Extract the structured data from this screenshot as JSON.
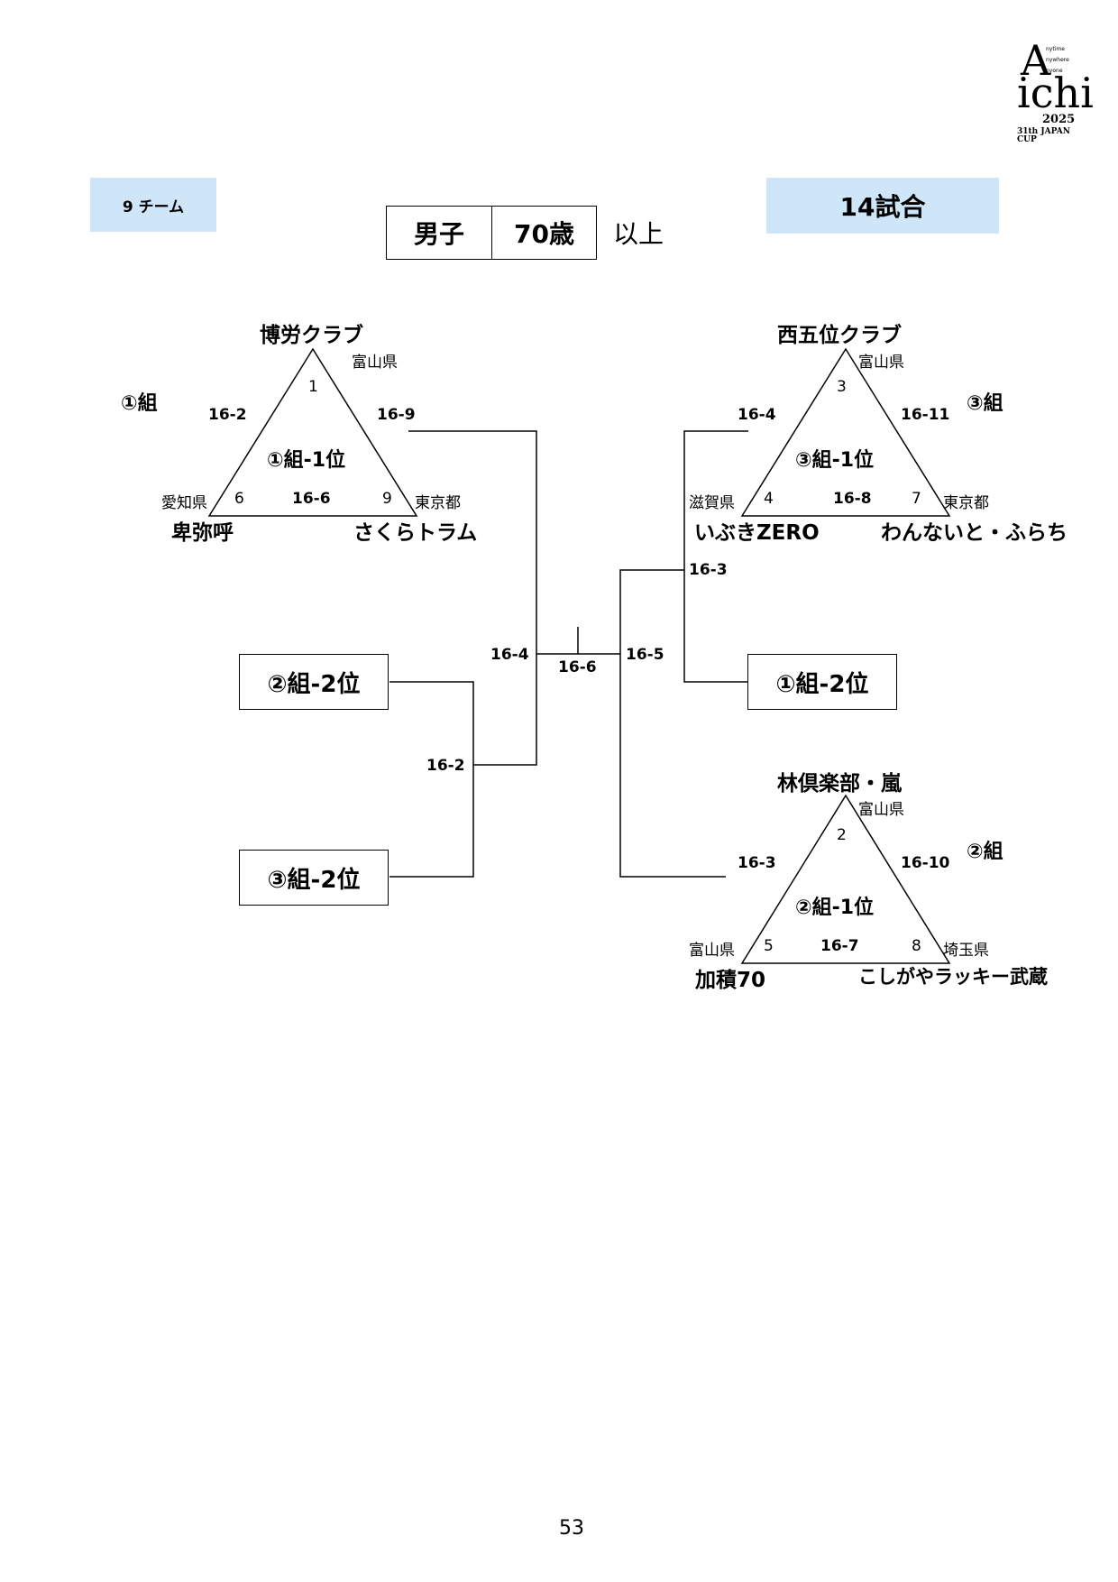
{
  "logo": {
    "letter_a": "A",
    "word_anytime": "nytime",
    "word_anywhere": "nywhere",
    "word_anyone": "nyone",
    "word_ichi": "ichi",
    "year": "2025",
    "cup": "31th JAPAN CUP"
  },
  "header": {
    "team_count": "9 チーム",
    "gender": "男子",
    "age": "70歳",
    "age_suffix": "以上",
    "match_count": "14試合"
  },
  "groups": {
    "g1": {
      "label": "①組",
      "center": "①組-1位",
      "top": {
        "team": "博労クラブ",
        "pref": "富山県",
        "seed": "1"
      },
      "left": {
        "team": "卑弥呼",
        "pref": "愛知県",
        "seed": "6"
      },
      "right": {
        "team": "さくらトラム",
        "pref": "東京都",
        "seed": "9"
      },
      "score_left": "16-2",
      "score_right": "16-9",
      "score_bottom": "16-6"
    },
    "g3": {
      "label": "③組",
      "center": "③組-1位",
      "top": {
        "team": "西五位クラブ",
        "pref": "富山県",
        "seed": "3"
      },
      "left": {
        "team": "いぶきZERO",
        "pref": "滋賀県",
        "seed": "4"
      },
      "right": {
        "team": "わんないと・ふらち",
        "pref": "東京都",
        "seed": "7"
      },
      "score_left": "16-4",
      "score_right": "16-11",
      "score_bottom": "16-8"
    },
    "g2": {
      "label": "②組",
      "center": "②組-1位",
      "top": {
        "team": "林倶楽部・嵐",
        "pref": "富山県",
        "seed": "2"
      },
      "left": {
        "team": "加積70",
        "pref": "富山県",
        "seed": "5"
      },
      "right": {
        "team": "こしがやラッキー武蔵",
        "pref": "埼玉県",
        "seed": "8"
      },
      "score_left": "16-3",
      "score_right": "16-10",
      "score_bottom": "16-7"
    }
  },
  "bracket": {
    "slot_g2_second": "②組-2位",
    "slot_g3_second": "③組-2位",
    "slot_g1_second": "①組-2位",
    "match_left_semis": "16-4",
    "match_final": "16-6",
    "match_right_semis": "16-5",
    "match_left_qf": "16-2",
    "match_right_qf": "16-3"
  },
  "page_number": "53"
}
